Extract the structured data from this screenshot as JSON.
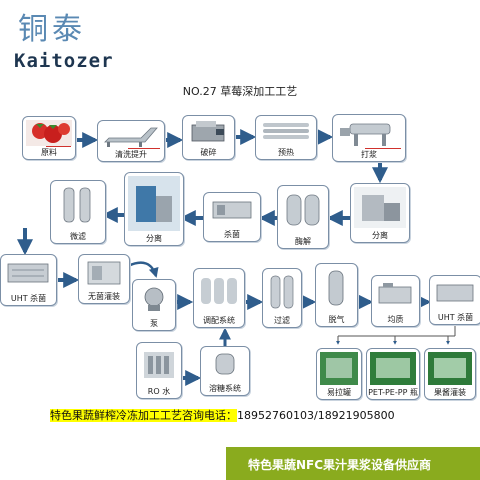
{
  "brand": {
    "name_cn": "铜泰",
    "name_en": "Kaitozer"
  },
  "title": "NO.27  草莓深加工工艺",
  "steps": {
    "raw": "原料",
    "wash": "清洗提升",
    "crush": "破碎",
    "preheat": "预热",
    "pulp": "打浆",
    "separate1": "分离",
    "enzyme": "酶解",
    "sterilize1": "杀菌",
    "separate2": "分离",
    "microfilter": "微滤",
    "uht1": "UHT 杀菌",
    "aseptic": "无菌灌装",
    "pump": "泵",
    "blend": "调配系统",
    "filter": "过滤",
    "deaerate": "脱气",
    "homogenize": "均质",
    "uht2": "UHT 杀菌",
    "ro": "RO 水",
    "sugar": "溶糖系统",
    "can": "易拉罐",
    "pet": "PET-PE-PP 瓶",
    "jam": "果酱灌装"
  },
  "hotline": {
    "label": "特色果蔬鲜榨冷冻加工工艺咨询电话：",
    "number": "18952760103/18921905800"
  },
  "banner": "特色果蔬NFC果汁果浆设备供应商",
  "colors": {
    "arrow": "#2f5d8c",
    "box_border": "#7b8fa6",
    "banner": "#8aab1e",
    "highlight": "#ffff00"
  }
}
